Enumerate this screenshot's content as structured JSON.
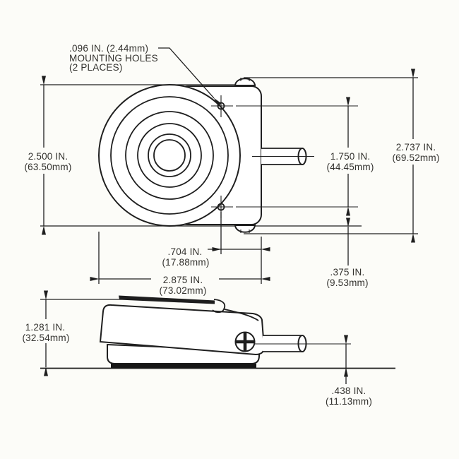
{
  "drawing": {
    "note_mounting": {
      "line1": ".096 IN. (2.44mm)",
      "line2": "MOUNTING HOLES",
      "line3": "(2 PLACES)"
    },
    "dim_body_height": {
      "in": "2.500 IN.",
      "mm": "(63.50mm)"
    },
    "dim_hole_spacing": {
      "in": "1.750 IN.",
      "mm": "(44.45mm)"
    },
    "dim_overall_height": {
      "in": "2.737 IN.",
      "mm": "(69.52mm)"
    },
    "dim_hole_to_edge": {
      "in": ".704 IN.",
      "mm": "(17.88mm)"
    },
    "dim_overall_width": {
      "in": "2.875 IN.",
      "mm": "(73.02mm)"
    },
    "dim_hole_offset": {
      "in": ".375 IN.",
      "mm": "(9.53mm)"
    },
    "dim_side_height": {
      "in": "1.281 IN.",
      "mm": "(32.54mm)"
    },
    "dim_cable_height": {
      "in": ".438 IN.",
      "mm": "(11.13mm)"
    }
  },
  "colors": {
    "background": "#fcfcf8",
    "line": "#1f1f1f",
    "text": "#33322e",
    "rubber_pad": "#161616"
  }
}
